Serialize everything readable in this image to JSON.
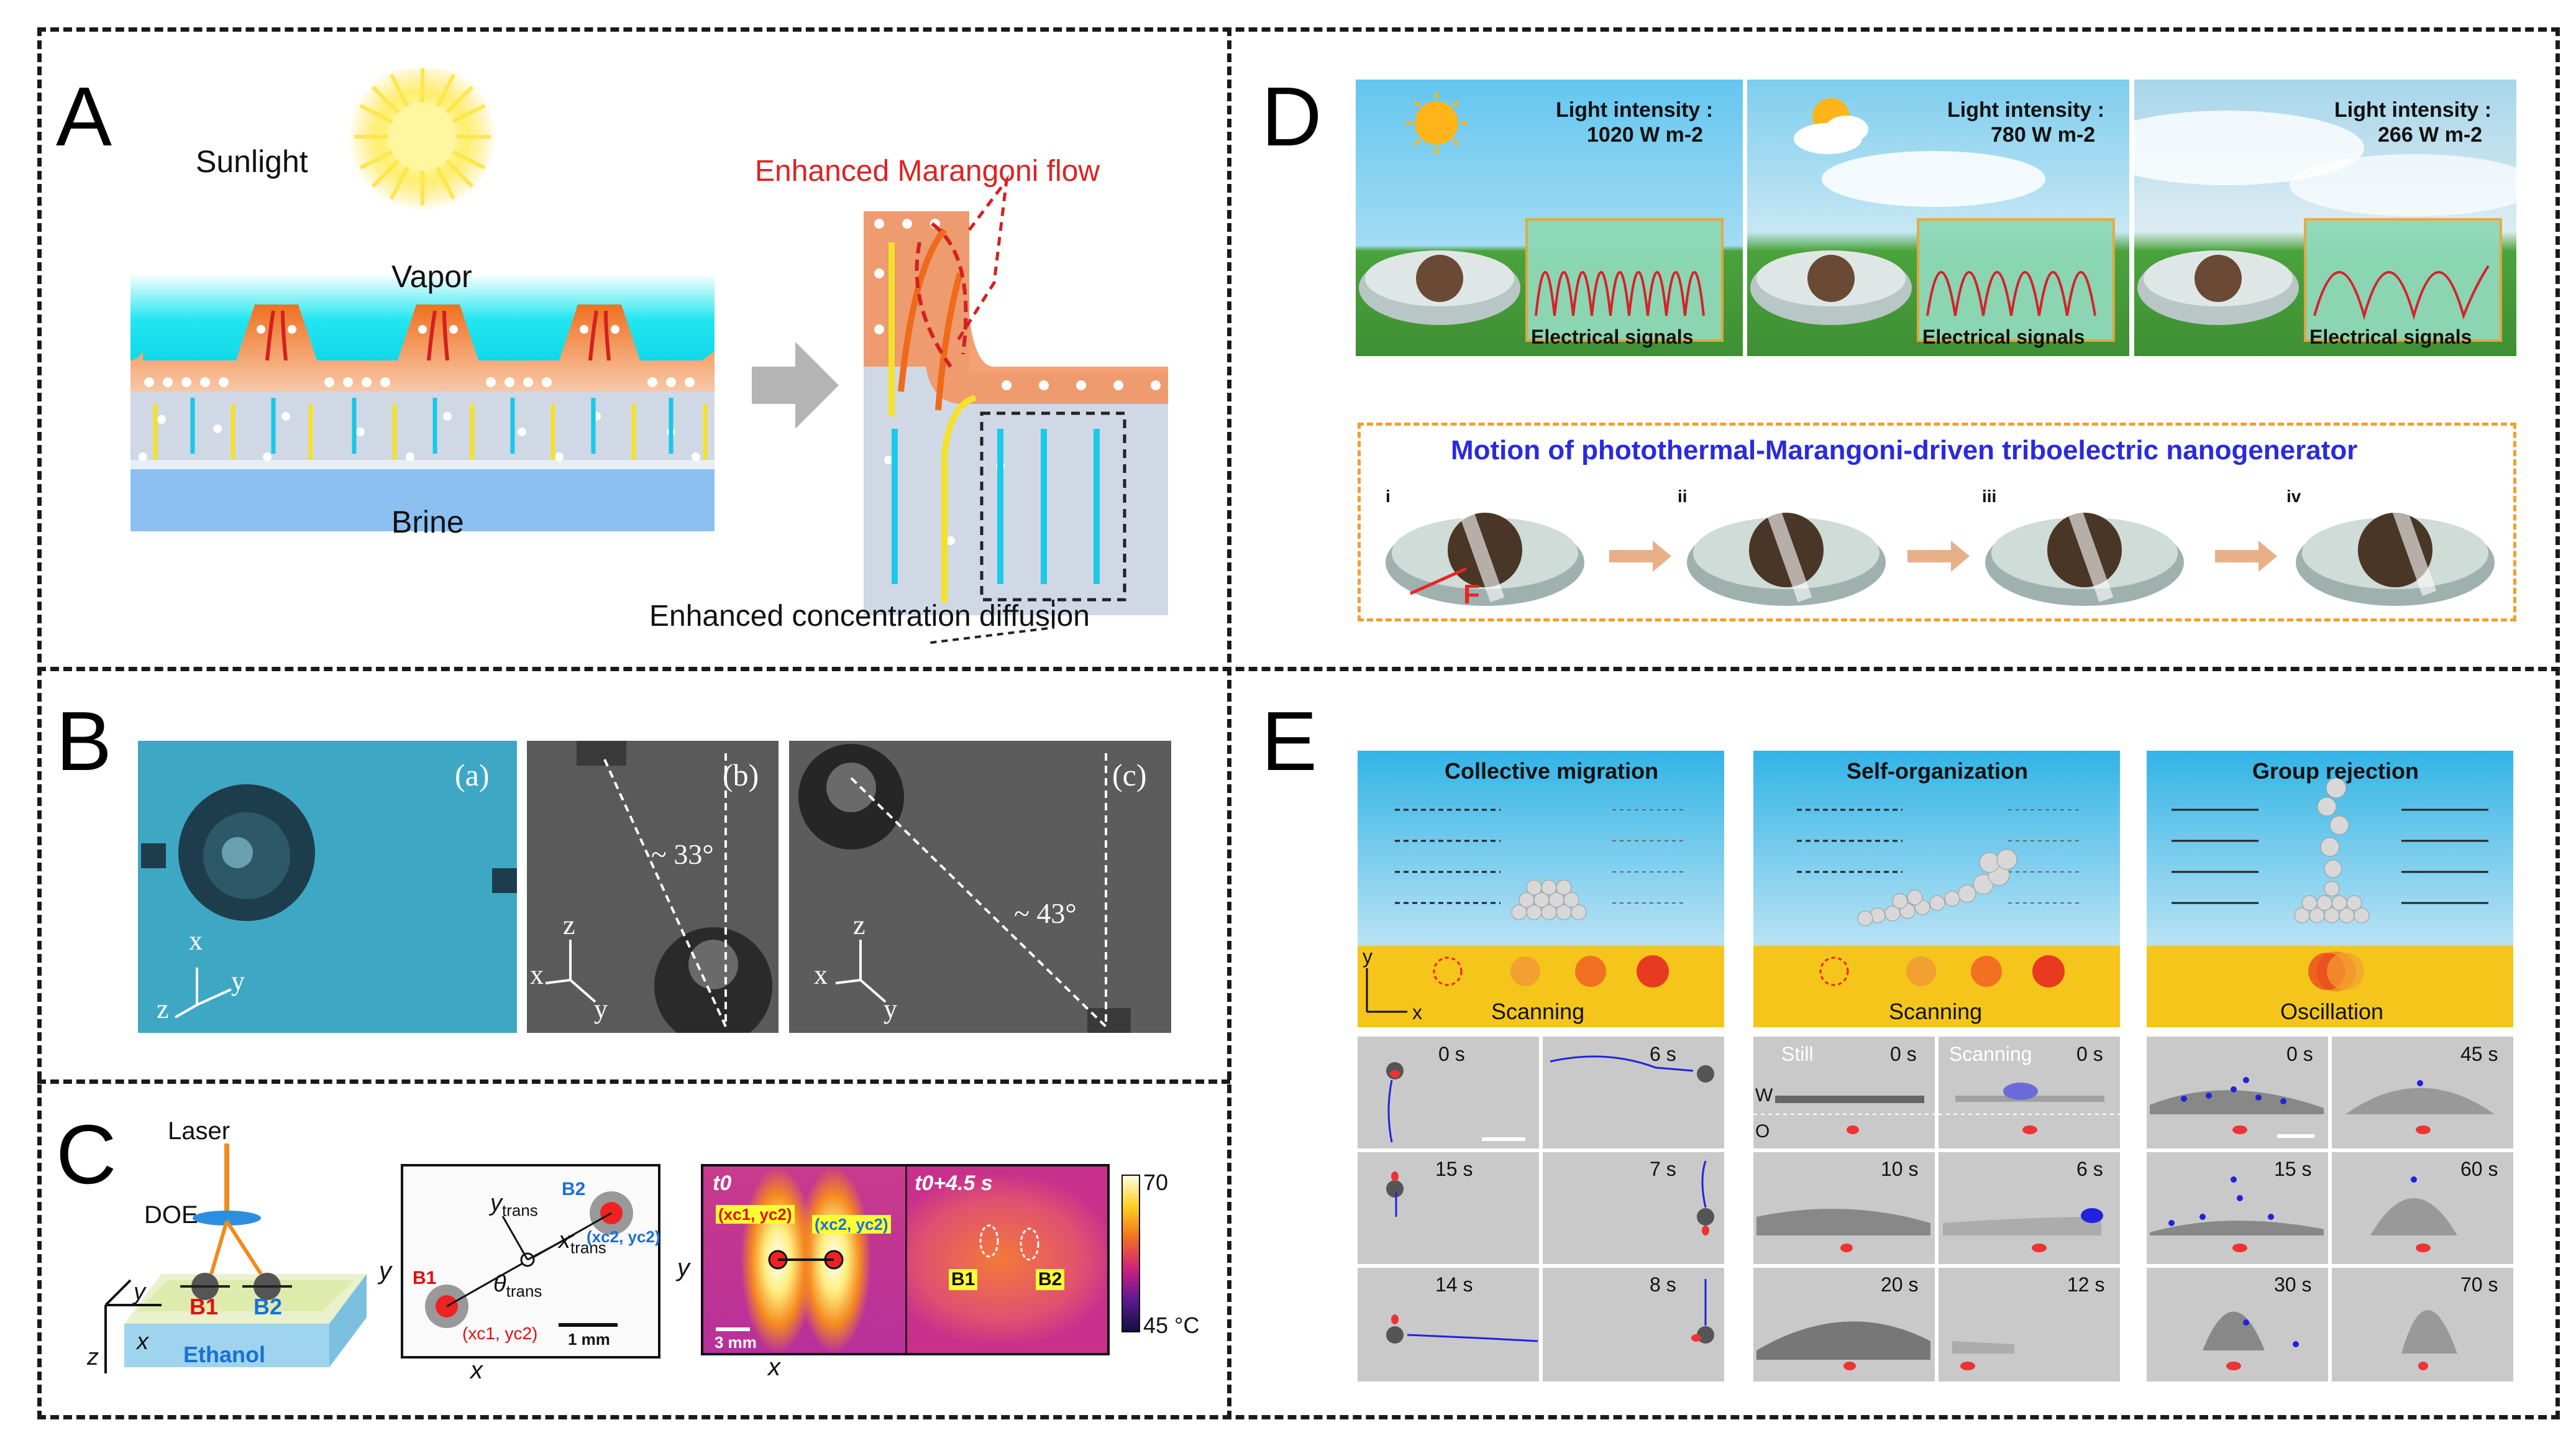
{
  "panels": {
    "a": {
      "label": "A",
      "sunlight": "Sunlight",
      "vapor": "Vapor",
      "brine": "Brine",
      "marangoni": "Enhanced Marangoni flow",
      "diffusion": "Enhanced concentration diffusion"
    },
    "b": {
      "label": "B",
      "sub_a": "(a)",
      "sub_b": "(b)",
      "sub_c": "(c)",
      "angle_b": "~ 33°",
      "angle_c": "~ 43°",
      "ax_x": "x",
      "ax_y": "y",
      "ax_z": "z"
    },
    "c": {
      "label": "C",
      "laser": "Laser",
      "doe": "DOE",
      "b1": "B1",
      "b2": "B2",
      "ethanol": "Ethanol",
      "ax_x": "x",
      "ax_y": "y",
      "ax_z": "z",
      "y_trans": "y",
      "y_trans_sub": "trans",
      "x_trans": "x",
      "x_trans_sub": "trans",
      "theta": "θ",
      "theta_sub": "trans",
      "coord1": "(xc1, yc2)",
      "coord2": "(xc2, yc2)",
      "scale1": "1 mm",
      "t0": "t0",
      "t0b": "t0+4.5 s",
      "scale3": "3 mm",
      "cb_max": "70",
      "cb_min": "45 °C"
    },
    "d": {
      "label": "D",
      "li_label": "Light intensity :",
      "li1": "1020 W m-2",
      "li2": "780 W m-2",
      "li3": "266 W m-2",
      "elec": "Electrical signals",
      "motion_title": "Motion of photothermal-Marangoni-driven triboelectric nanogenerator",
      "steps": [
        "i",
        "ii",
        "iii",
        "iv"
      ],
      "force": "F"
    },
    "e": {
      "label": "E",
      "titles": [
        "Collective migration",
        "Self-organization",
        "Group rejection"
      ],
      "modes": [
        "Scanning",
        "Scanning",
        "Oscillation"
      ],
      "ax_y": "y",
      "ax_x": "x",
      "grid1": [
        "0 s",
        "6 s",
        "15 s",
        "7 s",
        "14 s",
        "8 s"
      ],
      "grid2_top": [
        "Still",
        "0 s",
        "Scanning",
        "0 s"
      ],
      "grid2": [
        "10 s",
        "6 s",
        "20 s",
        "12 s"
      ],
      "grid2_wo": [
        "W",
        "O"
      ],
      "grid3": [
        "0 s",
        "45 s",
        "15 s",
        "60 s",
        "30 s",
        "70 s"
      ]
    }
  },
  "colors": {
    "accent_red": "#e02020",
    "title_blue": "#2a2adf",
    "sky": "#37b6e6",
    "yellow": "#f5c51b"
  }
}
